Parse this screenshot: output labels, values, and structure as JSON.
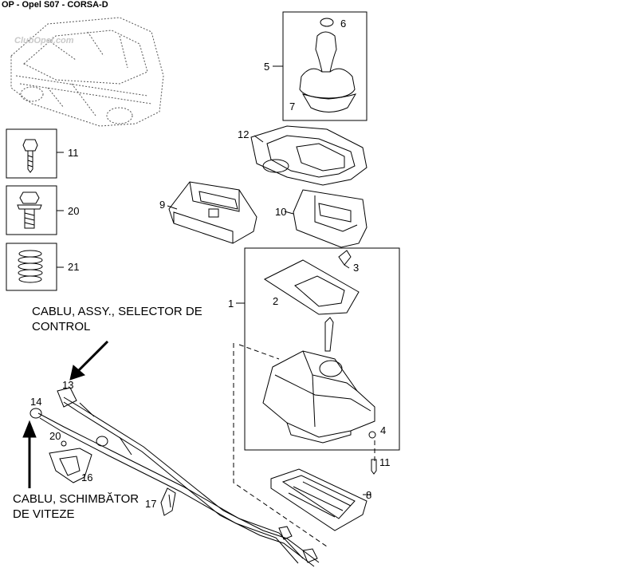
{
  "header": {
    "title": "OP - Opel S07 - CORSA-D"
  },
  "watermark": {
    "text": "ClubOpel.com"
  },
  "callouts": {
    "selector_cable": {
      "line1": "CABLU, ASSY., SELECTOR DE",
      "line2": "CONTROL"
    },
    "shift_cable": {
      "line1": "CABLU, SCHIMBĂTOR",
      "line2": "DE VITEZE"
    }
  },
  "parts": {
    "p1": "1",
    "p2": "2",
    "p3": "3",
    "p4": "4",
    "p5": "5",
    "p6": "6",
    "p7": "7",
    "p8": "8",
    "p9": "9",
    "p10": "10",
    "p11_box": "11",
    "p11": "11",
    "p12": "12",
    "p13": "13",
    "p14": "14",
    "p16": "16",
    "p17": "17",
    "p20_box": "20",
    "p20": "20",
    "p21": "21"
  }
}
